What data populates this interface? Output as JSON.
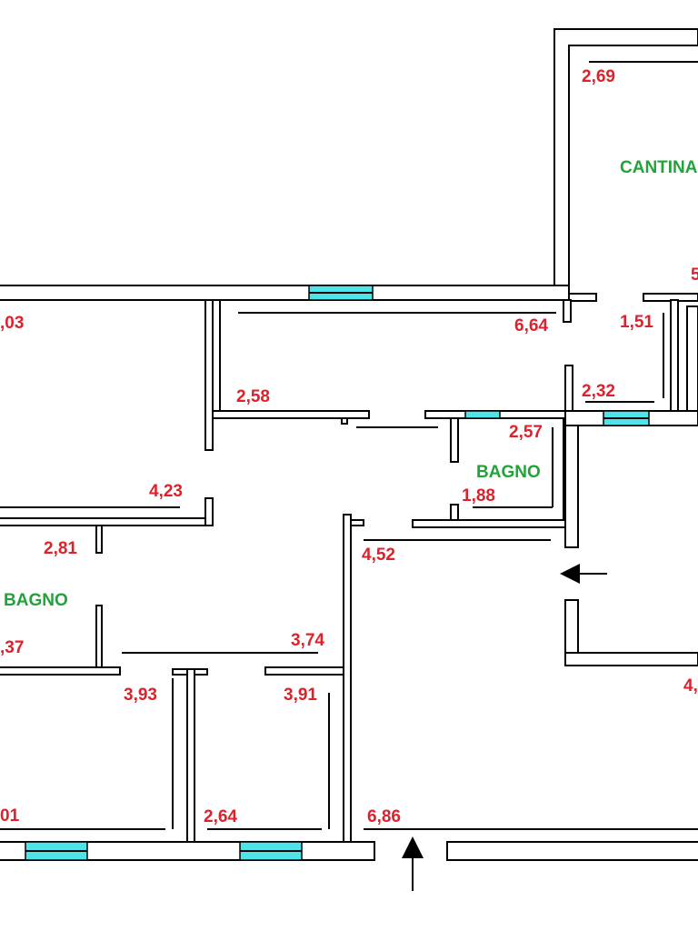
{
  "labels": {
    "rooms": {
      "cantina": "CANTINA",
      "bagno_right": "BAGNO",
      "bagno_left": "BAGNO"
    },
    "dimensions": {
      "d_2_69": "2,69",
      "d_5_partial": "5",
      "d_03_partial": ",03",
      "d_6_64": "6,64",
      "d_1_51": "1,51",
      "d_2_58": "2,58",
      "d_2_32": "2,32",
      "d_2_57": "2,57",
      "d_4_23": "4,23",
      "d_1_88": "1,88",
      "d_2_81": "2,81",
      "d_4_52": "4,52",
      "d_37_partial": ",37",
      "d_3_74": "3,74",
      "d_4_partial": "4,",
      "d_3_93": "3,93",
      "d_3_91": "3,91",
      "d_01_partial": "01",
      "d_2_64": "2,64",
      "d_6_86": "6,86"
    }
  },
  "colors": {
    "wall": "#000000",
    "window": "#4fe3ea",
    "dimension_text": "#e0202a",
    "room_text": "#22a33a",
    "background": "#ffffff"
  },
  "icons": {
    "entrance_arrow_right": "arrow-left-icon",
    "entrance_arrow_bottom": "arrow-up-icon"
  }
}
